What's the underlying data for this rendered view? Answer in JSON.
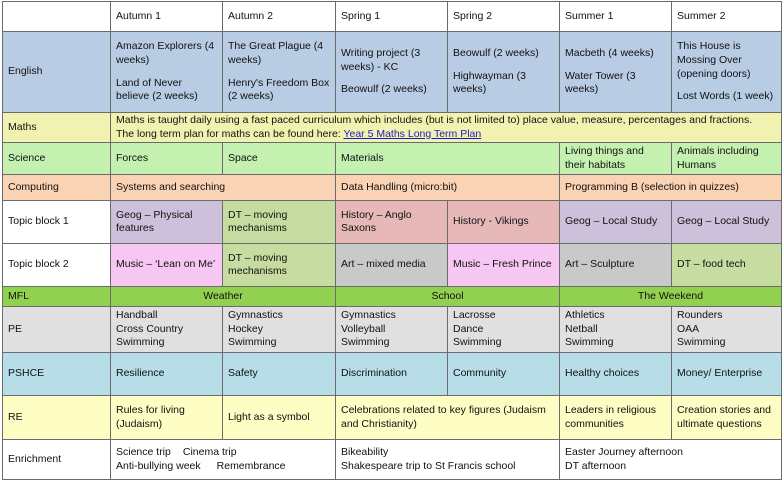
{
  "header": {
    "corner": "",
    "terms": [
      "Autumn 1",
      "Autumn 2",
      "Spring 1",
      "Spring 2",
      "Summer 1",
      "Summer 2"
    ]
  },
  "english": {
    "label": "English",
    "autumn1_a": "Amazon Explorers (4 weeks)",
    "autumn1_b": "Land of Never believe (2 weeks)",
    "autumn2_a": "The Great Plague (4 weeks)",
    "autumn2_b": "Henry's Freedom Box (2 weeks)",
    "spring1_a": "Writing project (3 weeks) - KC",
    "spring1_b": "Beowulf (2 weeks)",
    "spring2_a": "Beowulf (2 weeks)",
    "spring2_b": "Highwayman (3 weeks)",
    "summer1_a": "Macbeth (4 weeks)",
    "summer1_b": "Water Tower (3 weeks)",
    "summer2_a": "This House is Mossing Over (opening doors)",
    "summer2_b": "Lost Words (1 week)"
  },
  "maths": {
    "label": "Maths",
    "line1": "Maths is taught daily using a fast paced curriculum which includes (but is not limited to) place value, measure, percentages and fractions.",
    "line2": "The long term plan for maths can be found here: ",
    "link": "Year 5 Maths Long Term Plan"
  },
  "science": {
    "label": "Science",
    "autumn1": "Forces",
    "autumn2": "Space",
    "spring": "Materials",
    "summer1": "Living things and their habitats",
    "summer2": "Animals including Humans"
  },
  "computing": {
    "label": "Computing",
    "autumn": "Systems and searching",
    "spring": "Data Handling (micro:bit)",
    "summer": "Programming B (selection in quizzes)"
  },
  "topic1": {
    "label": "Topic block 1",
    "autumn1": "Geog – Physical features",
    "autumn2": "DT – moving mechanisms",
    "spring1": "History – Anglo Saxons",
    "spring2": "History - Vikings",
    "summer1": "Geog – Local Study",
    "summer2": "Geog – Local Study"
  },
  "topic2": {
    "label": "Topic block 2",
    "autumn1": "Music – ‘Lean on Me’",
    "autumn2": "DT – moving mechanisms",
    "spring1": "Art – mixed media",
    "spring2": "Music – Fresh Prince",
    "summer1": "Art – Sculpture",
    "summer2": "DT – food tech"
  },
  "mfl": {
    "label": "MFL",
    "autumn": "Weather",
    "spring": "School",
    "summer": "The Weekend"
  },
  "pe": {
    "label": "PE",
    "autumn1": [
      "Handball",
      "Cross Country",
      "Swimming"
    ],
    "autumn2": [
      "Gymnastics",
      "Hockey",
      "Swimming"
    ],
    "spring1": [
      "Gymnastics",
      "Volleyball",
      "Swimming"
    ],
    "spring2": [
      "Lacrosse",
      "Dance",
      "Swimming"
    ],
    "summer1": [
      "Athletics",
      "Netball",
      "Swimming"
    ],
    "summer2": [
      "Rounders",
      "OAA",
      "Swimming"
    ]
  },
  "pshce": {
    "label": "PSHCE",
    "autumn1": "Resilience",
    "autumn2": "Safety",
    "spring1": "Discrimination",
    "spring2": "Community",
    "summer1": "Healthy choices",
    "summer2": "Money/ Enterprise"
  },
  "re": {
    "label": "RE",
    "autumn1": "Rules for living (Judaism)",
    "autumn2": "Light as a symbol",
    "spring": "Celebrations related to key figures (Judaism and Christianity)",
    "summer1": "Leaders in religious communities",
    "summer2": "Creation stories and ultimate questions"
  },
  "enrichment": {
    "label": "Enrichment",
    "autumn_a1": "Science trip",
    "autumn_a2": "Cinema trip",
    "autumn_b1": "Anti-bullying week",
    "autumn_b2": "Remembrance",
    "spring_a": "Bikeability",
    "spring_b": "Shakespeare trip to St Francis school",
    "summer_a": "Easter Journey afternoon",
    "summer_b": "DT afternoon"
  },
  "colors": {
    "english": "#b8cce4",
    "maths": "#f2f2b0",
    "science": "#c4f0b0",
    "computing": "#fad3b5",
    "purple": "#ccc0da",
    "olive": "#c7dca0",
    "rose": "#e7b8b8",
    "pink": "#f7c7f4",
    "grey": "#c9c9c9",
    "green": "#92d050",
    "lightgrey": "#e0e0e0",
    "blue": "#b6dde8",
    "yellow": "#fdfdc4",
    "white": "#ffffff"
  }
}
